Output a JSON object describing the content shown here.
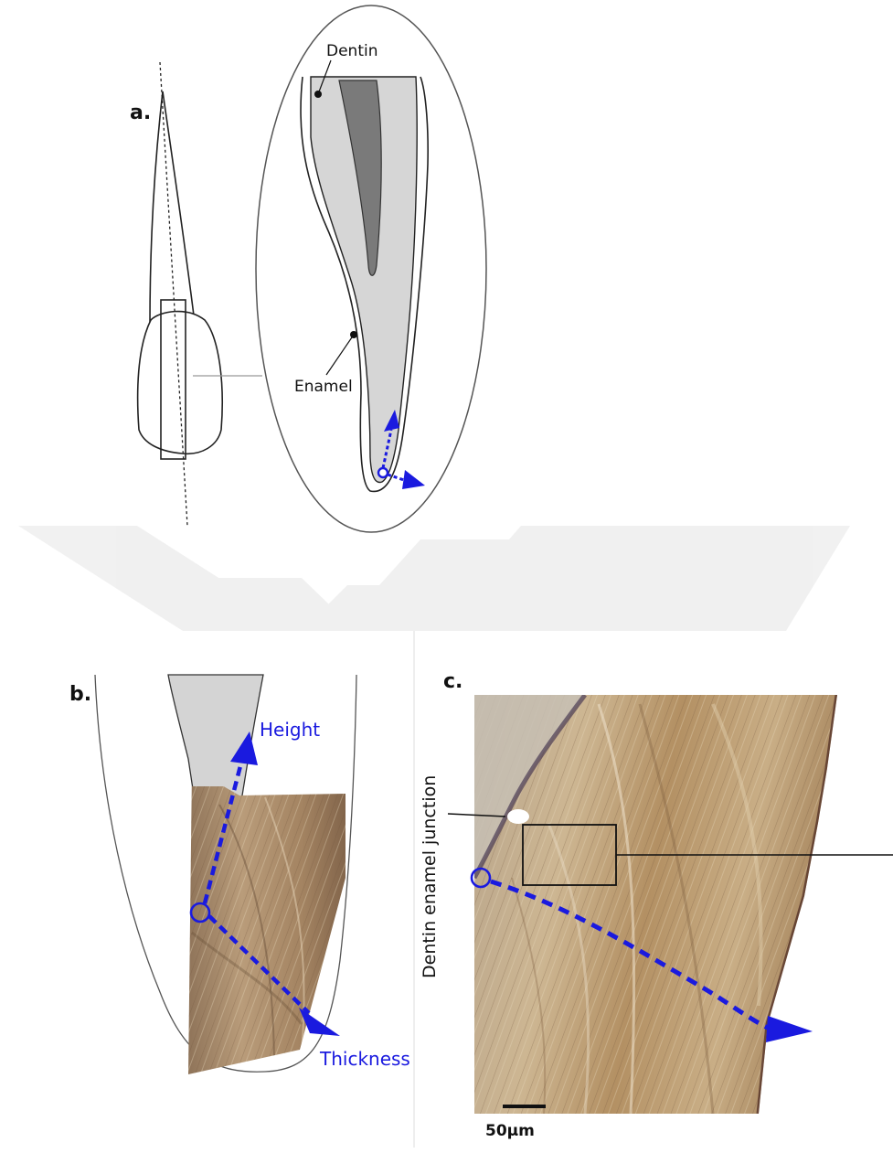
{
  "colors": {
    "blue": "#1a1adf",
    "dentin": "#d6d6d6",
    "pulp": "#7a7a7a",
    "outline": "#222222",
    "watermark": "#ececec",
    "micrograph_light": "#c9b79c",
    "micrograph_dark": "#8c6e4a"
  },
  "panel_a": {
    "letter": "a.",
    "dentin_label": "Dentin",
    "enamel_label": "Enamel"
  },
  "panel_b": {
    "letter": "b.",
    "height_label": "Height",
    "thickness_label": "Thickness"
  },
  "panel_c": {
    "letter": "c.",
    "dej_label": "Dentin enamel junction",
    "scale_label": "50µm"
  }
}
